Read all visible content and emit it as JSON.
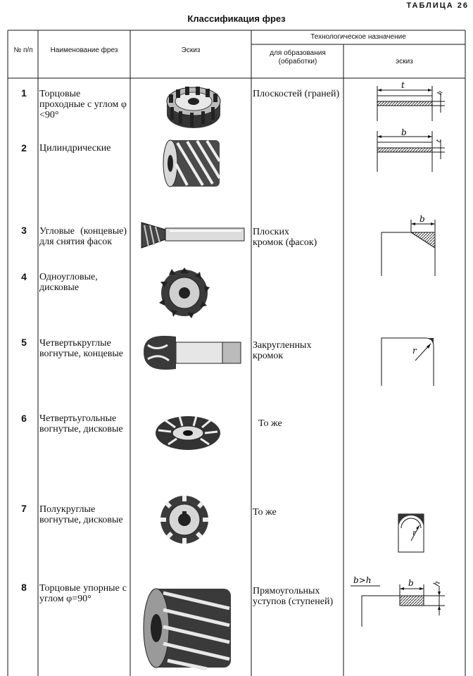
{
  "page": {
    "table_tag": "ТАБЛИЦА 26",
    "title": "Классификация фрез"
  },
  "columns": {
    "num": "№ п/п",
    "name": "Наименование фрез",
    "sketch": "Эскиз",
    "tech": "Технологическое назначение",
    "purpose": "для образования (обработки)",
    "purpose_sketch": "эскиз"
  },
  "rows": [
    {
      "n": "1",
      "name": "Торцовые проходные с углом φ <90°",
      "purpose": "Плоскостей (граней)",
      "sketch_labels": [
        "t",
        "h"
      ]
    },
    {
      "n": "2",
      "name": "Цилиндрические",
      "purpose": "",
      "sketch_labels": [
        "b",
        "t"
      ]
    },
    {
      "n": "3",
      "name": "Угловые (концевые) для снятия фасок",
      "purpose": "Плоских кромок (фасок)",
      "sketch_labels": [
        "b"
      ]
    },
    {
      "n": "4",
      "name": "Одноугловые, дисковые",
      "purpose": "",
      "sketch_labels": []
    },
    {
      "n": "5",
      "name": "Четвертькруглые вогнутые, концевые",
      "purpose": "Закругленных кромок",
      "sketch_labels": [
        "r"
      ]
    },
    {
      "n": "6",
      "name": "Четвертьугольные вогнутые, дисковые",
      "purpose": "То же",
      "sketch_labels": []
    },
    {
      "n": "7",
      "name": "Полукруглые вогнутые, дисковые",
      "purpose": "То же",
      "sketch_labels": [
        "r"
      ]
    },
    {
      "n": "8",
      "name": "Торцовые упорные с углом φ=90°",
      "purpose": "Прямоугольных уступов (ступеней)",
      "sketch_labels": [
        "b>h",
        "b",
        "h"
      ]
    }
  ],
  "colors": {
    "ink": "#111111",
    "hatch": "#444444"
  }
}
